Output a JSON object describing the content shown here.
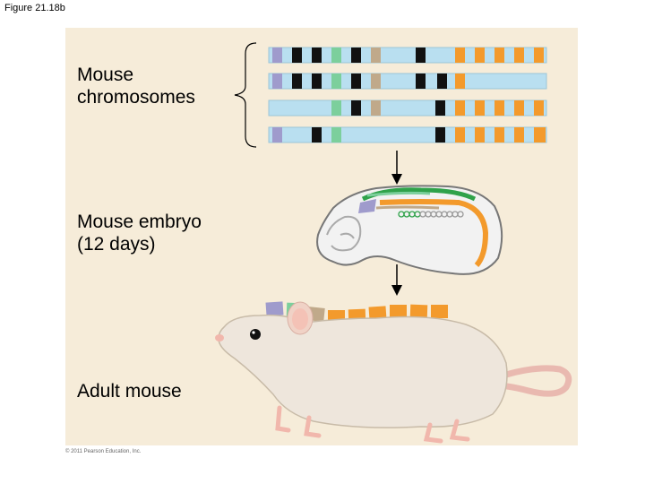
{
  "figure_label": "Figure 21.18b",
  "labels": {
    "chromosomes": "Mouse\nchromosomes",
    "embryo": "Mouse embryo\n(12 days)",
    "adult": "Adult mouse"
  },
  "copyright": "© 2011 Pearson Education, Inc.",
  "colors": {
    "panel_bg": "#f6ecd9",
    "chromosome": "#b9dff0",
    "purple": "#9f9bcc",
    "green": "#7ccf9c",
    "tan": "#c0a98a",
    "black": "#111111",
    "orange": "#f39a2c",
    "embryo_green": "#2fa24a"
  },
  "chromosome_bands": [
    [
      "purple",
      "black",
      "black",
      "green",
      "black",
      "tan",
      "black",
      "orange",
      "orange",
      "orange",
      "orange",
      "orange"
    ],
    [
      "purple",
      "black",
      "black",
      "green",
      "black",
      "tan",
      "black",
      "black",
      "orange"
    ],
    [
      "green",
      "black",
      "tan",
      "black",
      "orange",
      "orange",
      "orange",
      "orange",
      "orange"
    ],
    [
      "purple",
      "black",
      "green",
      "black",
      "orange",
      "orange",
      "orange",
      "orange",
      "orange",
      "orange"
    ]
  ],
  "body_segments": [
    "purple",
    "green",
    "tan",
    "orange",
    "orange",
    "orange",
    "orange",
    "orange",
    "orange"
  ]
}
